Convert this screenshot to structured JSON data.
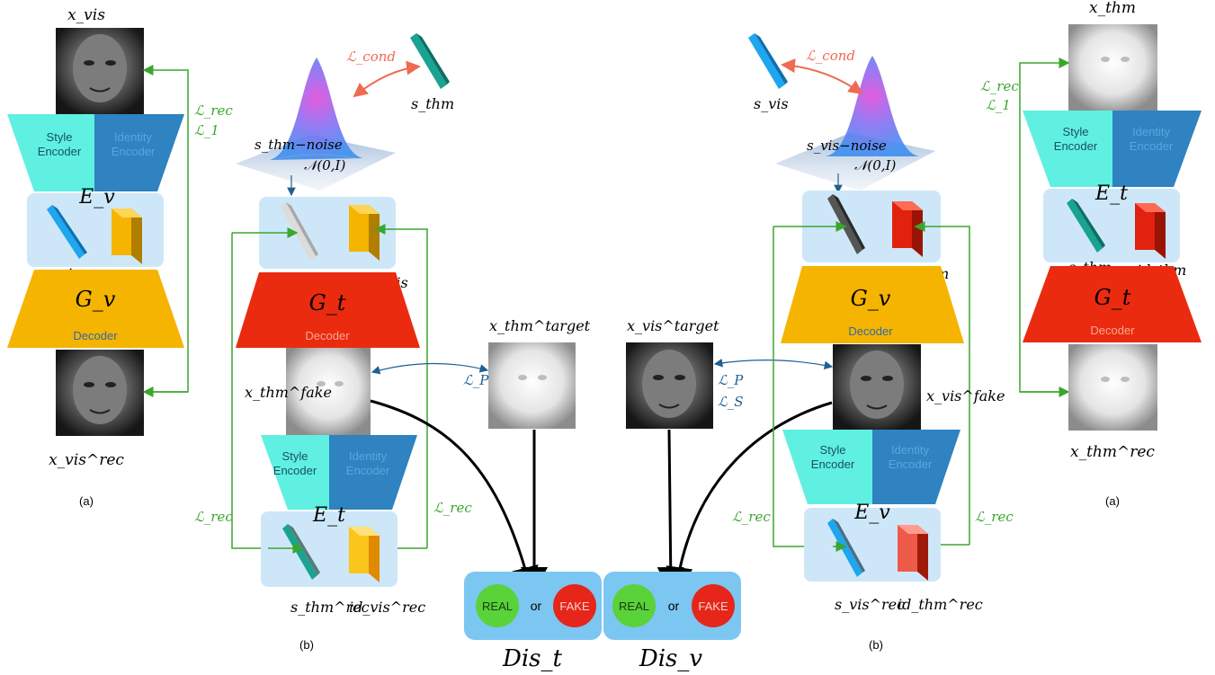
{
  "labels": {
    "x_vis": "x_vis",
    "x_vis_rec": "x_vis^rec",
    "x_thm": "x_thm",
    "x_thm_rec": "x_thm^rec",
    "x_thm_fake": "x_thm^fake",
    "x_vis_fake": "x_vis^fake",
    "x_thm_target": "x_thm^target",
    "x_vis_target": "x_vis^target",
    "s_vis": "s_vis",
    "s_thm": "s_thm",
    "id_vis": "id_vis",
    "id_thm": "id_thm",
    "s_thm_rec": "s_thm^rec",
    "id_vis_rec": "id_vis^rec",
    "s_vis_rec": "s_vis^rec",
    "id_thm_rec": "id_thm^rec",
    "s_thm_noise": "s_thm−noise",
    "s_vis_noise": "s_vis−noise",
    "normal": "𝒩(0,I)",
    "E_v": "E_v",
    "E_t": "E_t",
    "G_v": "G_v",
    "G_t": "G_t",
    "Dis_t": "Dis_t",
    "Dis_v": "Dis_v"
  },
  "losses": {
    "rec": "ℒ_rec",
    "l1": "ℒ_1",
    "cond": "ℒ_cond",
    "p": "ℒ_P",
    "s": "ℒ_S"
  },
  "blocks": {
    "style_encoder": [
      "Style",
      "Encoder"
    ],
    "identity_encoder": [
      "Identity",
      "Encoder"
    ],
    "decoder": "Decoder",
    "real": "REAL",
    "or": "or",
    "fake": "FAKE"
  },
  "panels": {
    "a": "(a)",
    "b": "(b)"
  },
  "colors": {
    "style_cyan": "#5ff0e2",
    "identity_blue": "#2e83c0",
    "decoder_yellow": "#f5b400",
    "decoder_red": "#ea2b0f",
    "latent_bg": "#cde7f8",
    "dis_bg": "#7cc6f2",
    "real_green": "#5ad23a",
    "fake_red": "#e6261a",
    "loss_green": "#3aa62d",
    "loss_blue": "#1f5f93",
    "loss_red": "#ee6a52",
    "style_vec_blue": "#1ea6ee",
    "style_vec_teal": "#1aa391",
    "id_vec_yellow": "#f5b400",
    "id_vec_red": "#e0220e"
  }
}
